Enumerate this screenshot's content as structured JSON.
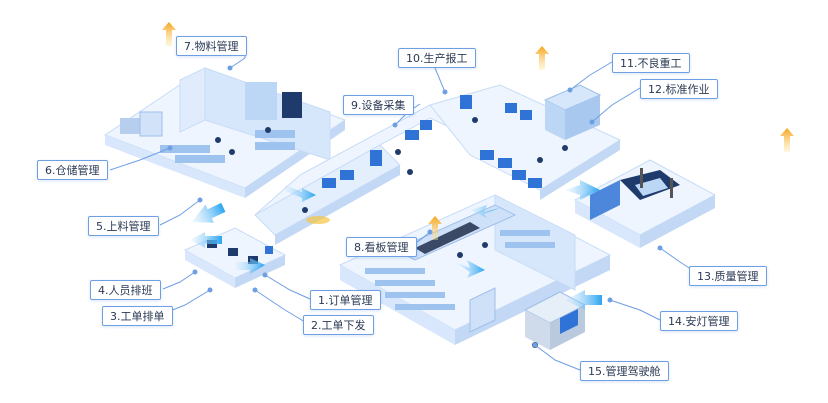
{
  "labels": {
    "l7": "7.物料管理",
    "l10": "10.生产报工",
    "l11": "11.不良重工",
    "l9": "9.设备采集",
    "l12": "12.标准作业",
    "l6": "6.仓储管理",
    "l5": "5.上料管理",
    "l8": "8.看板管理",
    "l13": "13.质量管理",
    "l4": "4.人员排班",
    "l1": "1.订单管理",
    "l3": "3.工单排单",
    "l2": "2.工单下发",
    "l14": "14.安灯管理",
    "l15": "15.管理驾驶舱"
  },
  "colors": {
    "floor": "#eef5ff",
    "floor_edge": "#c7dcf7",
    "wall": "#d6e6fb",
    "accent": "#2f73d6",
    "arrow_up": "#f5b81c",
    "line": "#6f9fe3"
  }
}
